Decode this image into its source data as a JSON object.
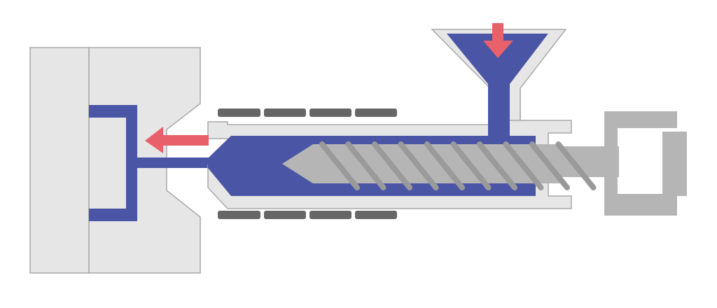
{
  "diagram": {
    "kind": "injection-molding-machine-cross-section",
    "colors": {
      "background": "#ffffff",
      "housing_fill": "#e6e6e6",
      "housing_stroke": "#a9a9a9",
      "melt": "#4a55a6",
      "screw": "#b5b5b5",
      "screw_flight": "#9a9a9a",
      "heater_band": "#666666",
      "flow_arrow": "#e8606a"
    },
    "components": [
      "mold",
      "mold-cavity",
      "sprue",
      "nozzle",
      "barrel",
      "hopper",
      "screw",
      "heater-bands",
      "drive-unit",
      "feed-arrow",
      "injection-arrow"
    ],
    "heater_band_count": 8,
    "screw_flight_count": 10
  }
}
